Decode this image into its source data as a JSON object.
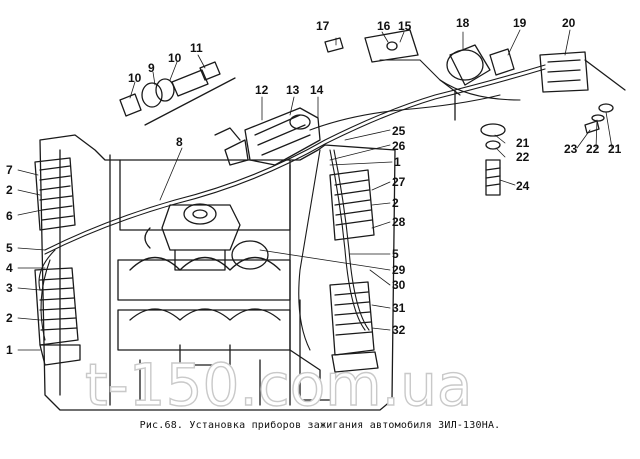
{
  "caption": "Рис.68. Установка приборов зажигания автомобиля ЗИЛ-130НА.",
  "watermark": "t-150.com.ua",
  "callouts": [
    "17",
    "16",
    "15",
    "18",
    "19",
    "20",
    "11",
    "10",
    "9",
    "10",
    "12",
    "13",
    "14",
    "8",
    "25",
    "26",
    "21",
    "22",
    "23",
    "22",
    "21",
    "24",
    "7",
    "2",
    "6",
    "5",
    "4",
    "3",
    "2",
    "1",
    "27",
    "2",
    "28",
    "5",
    "29",
    "30",
    "31",
    "32",
    "1"
  ]
}
